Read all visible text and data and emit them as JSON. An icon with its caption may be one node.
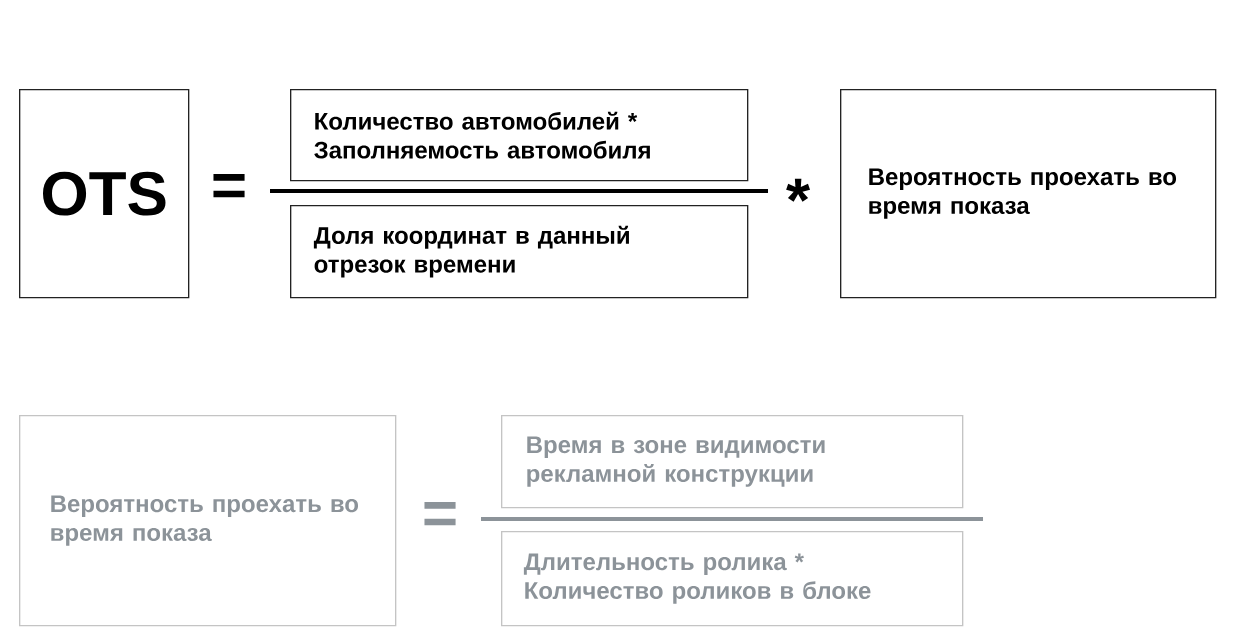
{
  "diagram": {
    "nodes": [
      {
        "text": [
          "OTS"
        ]
      },
      {
        "text": [
          "Количество автомобилей * Заполняемость автомобиля"
        ]
      },
      {
        "text": [
          "Доля координат в данный отрезок времени"
        ]
      },
      {
        "text": [
          "Вероятность проехать во время показа"
        ]
      },
      {
        "text": [
          "Вероятность проехать во время показа"
        ]
      },
      {
        "text": [
          "Время в зоне видимости рекламной конструкции"
        ]
      },
      {
        "text": [
          "Длительность ролика * Количество роликов в блоке"
        ]
      }
    ],
    "labels": [
      "=",
      "*",
      "="
    ]
  }
}
